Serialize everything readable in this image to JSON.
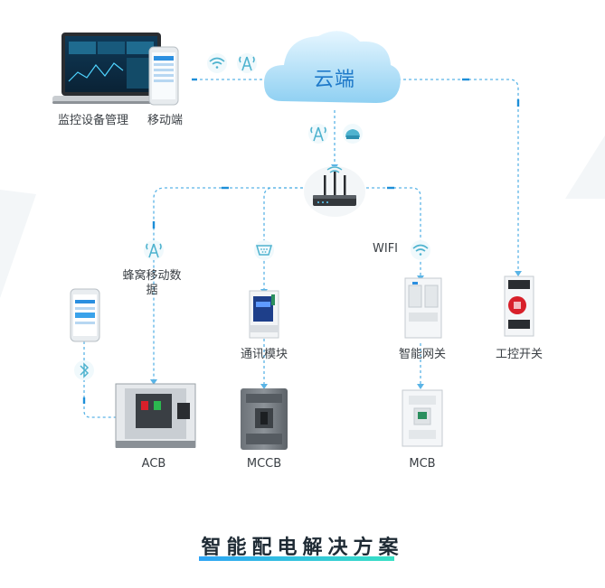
{
  "diagram": {
    "cloud_label": "云端",
    "monitor_label": "监控设备管理",
    "mobile_label": "移动端",
    "cellular_label": "蜂窝移动数据",
    "wifi_label": "WIFI",
    "devices": {
      "comm_module": "通讯模块",
      "smart_gateway": "智能网关",
      "industrial_switch": "工控开关",
      "acb": "ACB",
      "mccb": "MCCB",
      "mcb": "MCB"
    },
    "title": "智能配电解决方案"
  },
  "colors": {
    "link": "#5ab4e6",
    "cloud": "#a9dcf6",
    "icon": "#4fb3cf",
    "title_gradient_start": "#2ea4f5",
    "title_gradient_end": "#37e0c4"
  },
  "icons": [
    "wifi-icon",
    "antenna-icon",
    "router-icon",
    "serial-port-icon",
    "bluetooth-icon",
    "cloud-gateway-icon"
  ]
}
